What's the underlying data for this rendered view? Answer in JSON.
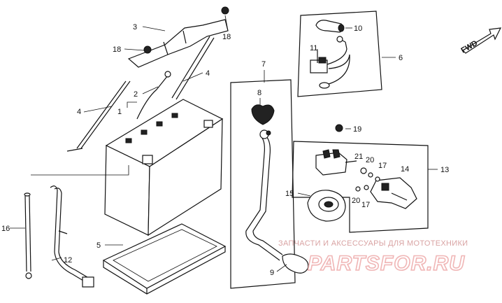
{
  "callouts": {
    "c1": "1",
    "c2": "2",
    "c3": "3",
    "c4a": "4",
    "c4b": "4",
    "c5": "5",
    "c6": "6",
    "c7": "7",
    "c8": "8",
    "c9": "9",
    "c10": "10",
    "c11": "11",
    "c12": "12",
    "c13": "13",
    "c14": "14",
    "c15": "15",
    "c16": "16",
    "c17a": "17",
    "c17b": "17",
    "c18a": "18",
    "c18b": "18",
    "c19": "19",
    "c20a": "20",
    "c20b": "20",
    "c21": "21"
  },
  "direction_label": "FWD",
  "watermark": {
    "tagline": "ЗАПЧАСТИ И АКСЕССУАРЫ ДЛЯ МОТОТЕХНИКИ",
    "brand": "PARTSFOR.RU"
  }
}
